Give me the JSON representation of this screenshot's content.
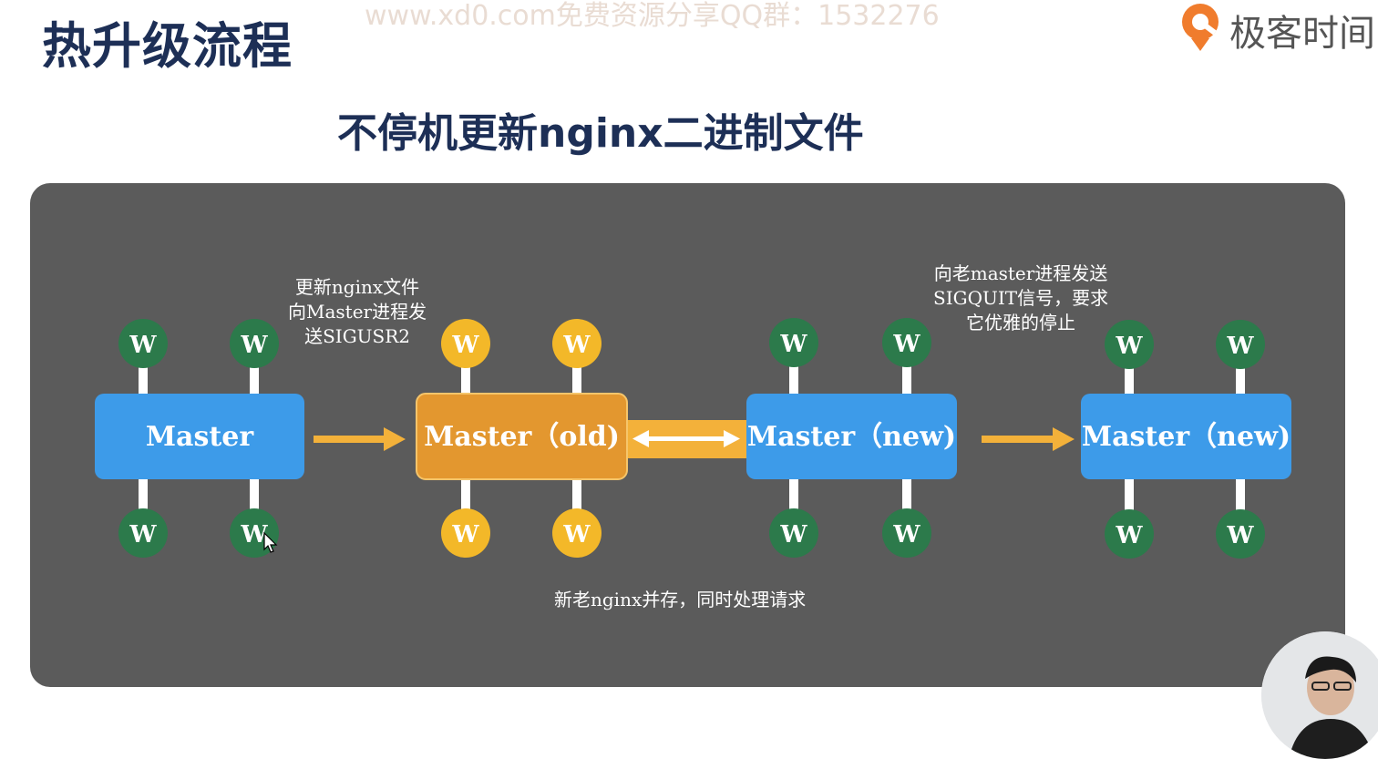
{
  "header": {
    "title": "热升级流程",
    "watermark": "www.xd0.com免费资源分享QQ群：1532276",
    "logo_text": "极客时间"
  },
  "slide": {
    "subtitle": "不停机更新nginx二进制文件"
  },
  "diagram": {
    "worker_label": "W",
    "masters": [
      {
        "id": "master",
        "label": "Master",
        "color": "#3d9be9",
        "workers_color": "#2c7a4b"
      },
      {
        "id": "master-old",
        "label": "Master（old)",
        "color": "#e3972f",
        "workers_color": "#f3b829"
      },
      {
        "id": "master-new-1",
        "label": "Master（new)",
        "color": "#3d9be9",
        "workers_color": "#2c7a4b"
      },
      {
        "id": "master-new-2",
        "label": "Master（new)",
        "color": "#3d9be9",
        "workers_color": "#2c7a4b"
      }
    ],
    "notes": {
      "step1": [
        "更新nginx文件",
        "向Master进程发",
        "送SIGUSR2"
      ],
      "step2": [
        "向老master进程发送",
        "SIGQUIT信号，要求",
        "它优雅的停止"
      ],
      "coexist": "新老nginx并存，同时处理请求"
    },
    "arrow_color": "#f3b13a"
  },
  "colors": {
    "title": "#1d2f56",
    "panel": "#5b5b5b",
    "connector": "#ffffff"
  }
}
